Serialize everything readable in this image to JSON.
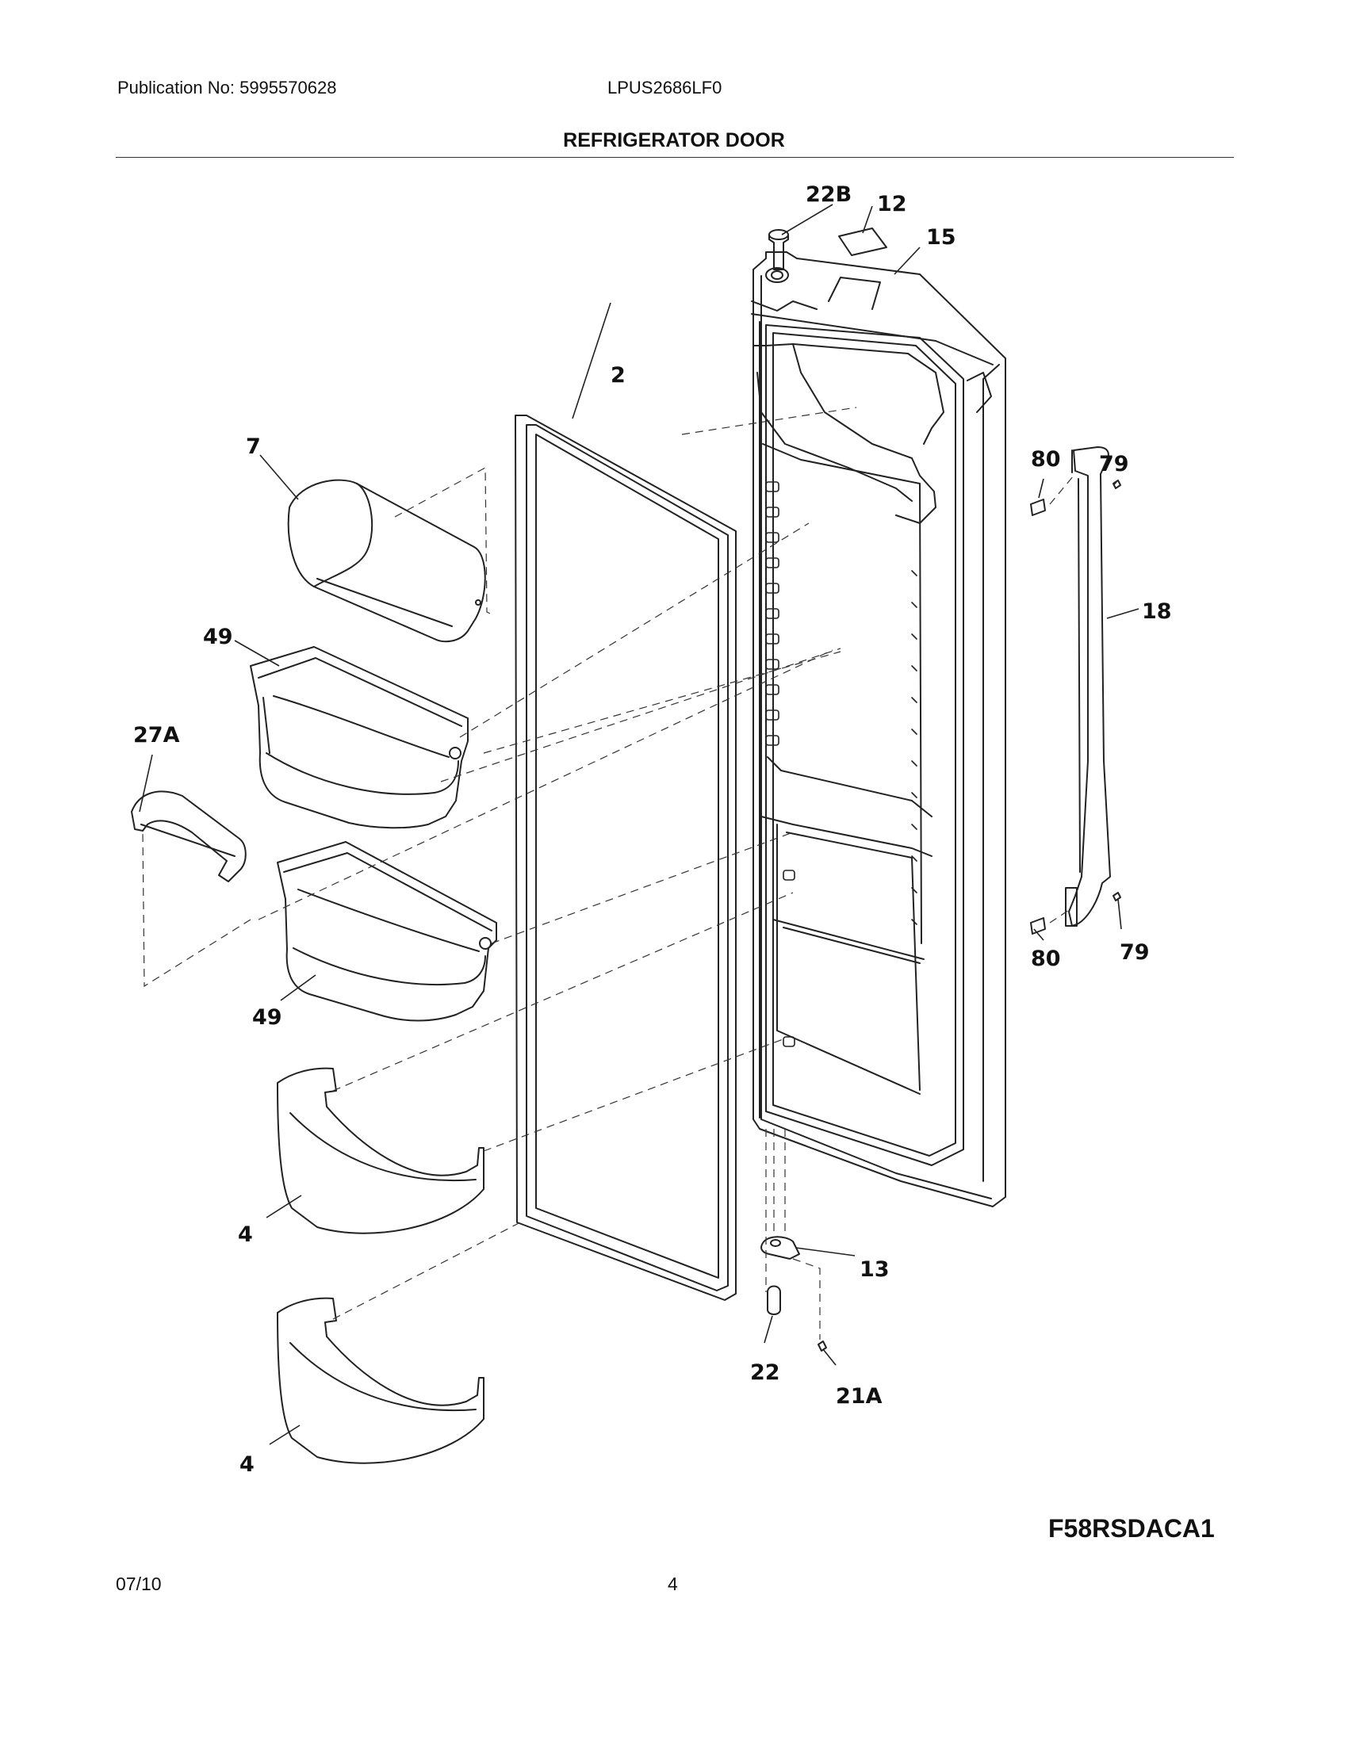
{
  "header": {
    "publication": "Publication No: 5995570628",
    "model": "LPUS2686LF0",
    "title": "REFRIGERATOR DOOR"
  },
  "callouts": {
    "c22B": "22B",
    "c12": "12",
    "c15": "15",
    "c2": "2",
    "c7": "7",
    "c80a": "80",
    "c79a": "79",
    "c18": "18",
    "c49a": "49",
    "c27A": "27A",
    "c49b": "49",
    "c80b": "80",
    "c79b": "79",
    "c4a": "4",
    "c13": "13",
    "c22": "22",
    "c21A": "21A",
    "c4b": "4"
  },
  "footer": {
    "diagram_code": "F58RSDACA1",
    "date": "07/10",
    "page": "4"
  }
}
